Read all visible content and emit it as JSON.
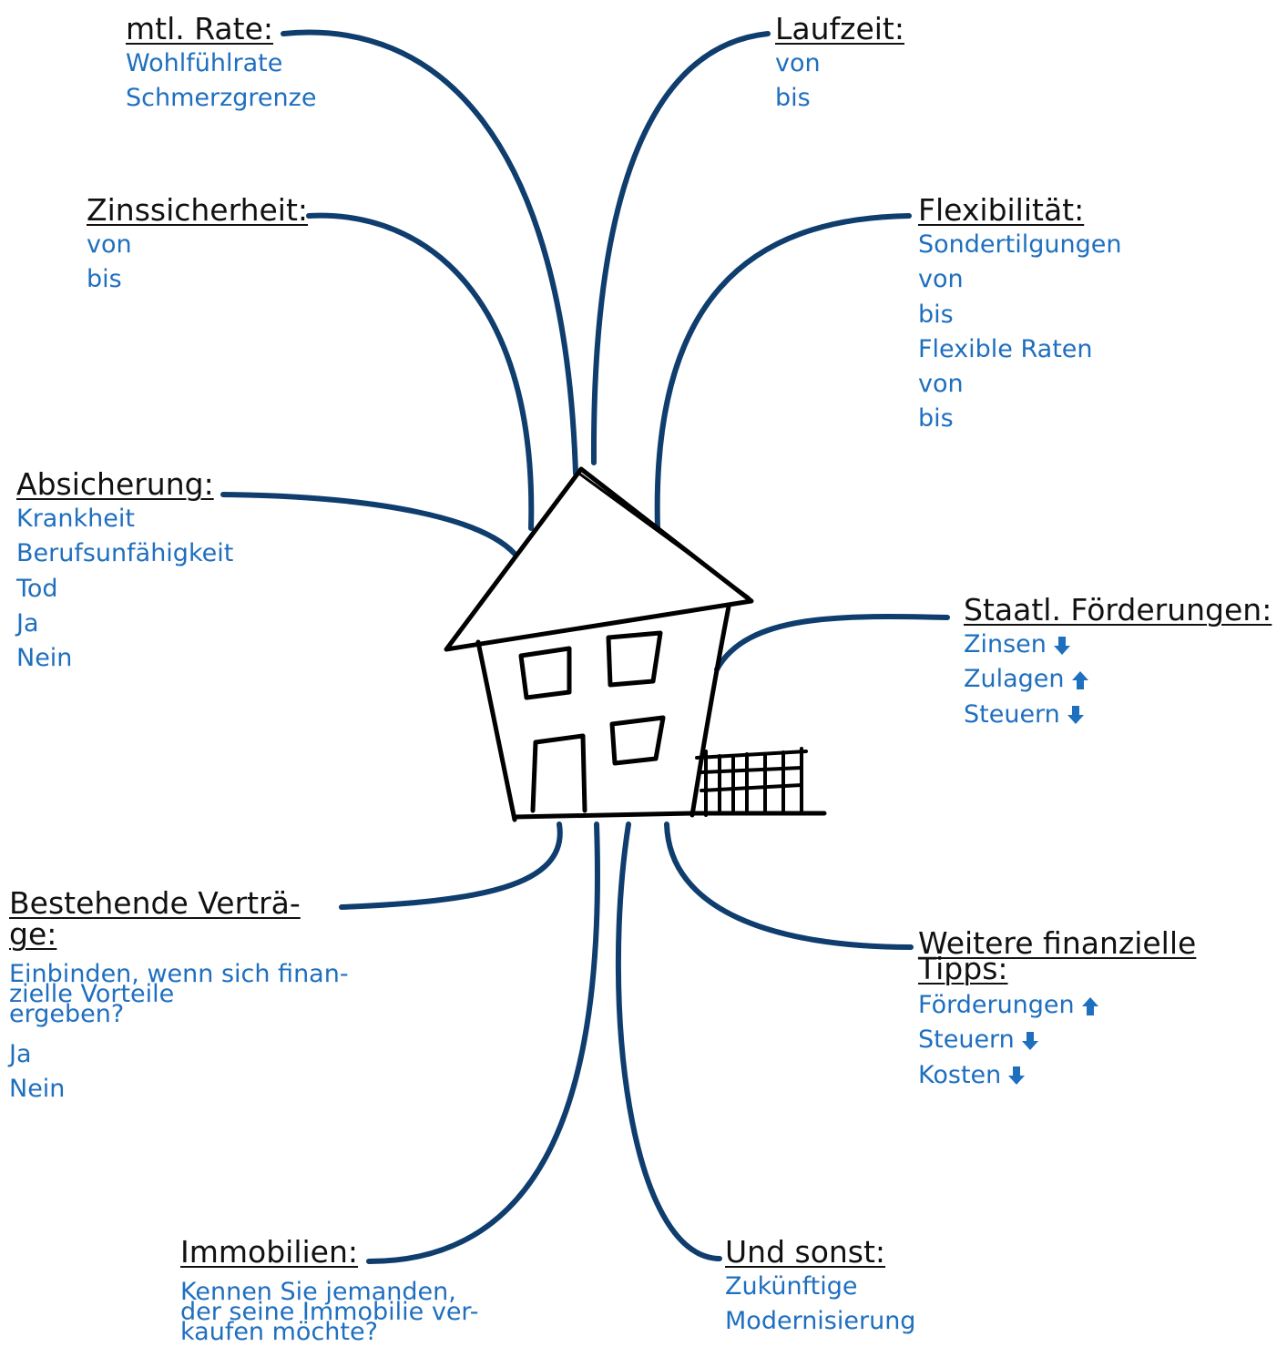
{
  "colors": {
    "connector": "#0e3d6e",
    "title": "#111111",
    "item": "#1f6fbf"
  },
  "icons": [
    "house-sketch-icon",
    "arrow-up-icon",
    "arrow-down-icon"
  ],
  "nodes": {
    "rate": {
      "title": "mtl. Rate:",
      "items": [
        "Wohlfühlrate",
        "Schmerzgrenze"
      ]
    },
    "laufzeit": {
      "title": "Laufzeit:",
      "items": [
        "von",
        "bis"
      ]
    },
    "zins": {
      "title": "Zinssicherheit:",
      "items": [
        "von",
        "bis"
      ]
    },
    "flex": {
      "title": "Flexibilität:",
      "items": [
        "Sondertilgungen",
        "von",
        "bis",
        "Flexible Raten",
        "von",
        "bis"
      ]
    },
    "absicherung": {
      "title": "Absicherung:",
      "items": [
        "Krankheit",
        "Berufsunfähigkeit",
        "Tod",
        "Ja",
        "Nein"
      ]
    },
    "staat": {
      "title": "Staatl. Förderungen:",
      "items": [
        {
          "label": "Zinsen",
          "arrow": "down"
        },
        {
          "label": "Zulagen",
          "arrow": "up"
        },
        {
          "label": "Steuern",
          "arrow": "down"
        }
      ]
    },
    "vertraege": {
      "title_line1": "Bestehende Verträ-",
      "title_line2": "ge:",
      "question": [
        "Einbinden, wenn sich finan-",
        "zielle Vorteile",
        "ergeben?"
      ],
      "items": [
        "Ja",
        "Nein"
      ]
    },
    "tipps": {
      "title_line1": "Weitere finanzielle",
      "title_line2": "Tipps:",
      "items": [
        {
          "label": "Förderungen",
          "arrow": "up"
        },
        {
          "label": "Steuern",
          "arrow": "down"
        },
        {
          "label": "Kosten",
          "arrow": "down"
        }
      ]
    },
    "immobilien": {
      "title": "Immobilien:",
      "question": [
        "Kennen Sie jemanden,",
        "der seine Immobilie ver-",
        "kaufen möchte?"
      ]
    },
    "sonst": {
      "title": "Und sonst:",
      "items": [
        "Zukünftige",
        "Modernisierung"
      ]
    }
  }
}
